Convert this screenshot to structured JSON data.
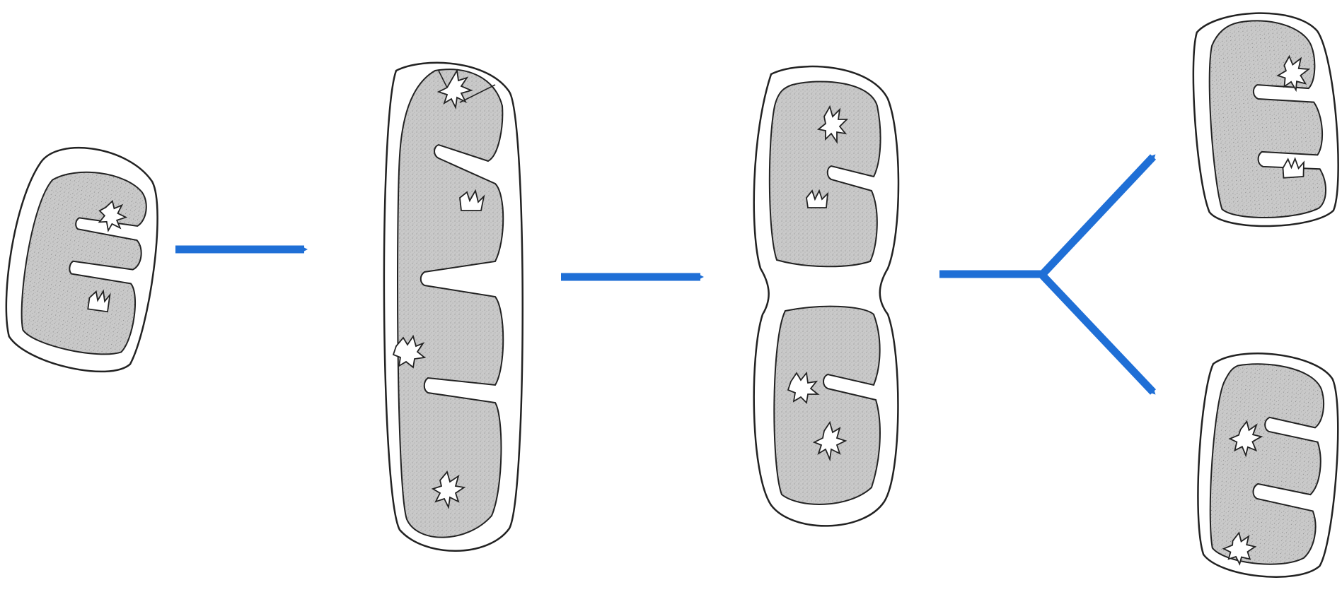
{
  "diagram": {
    "title": "",
    "stages": [
      {
        "id": "mitochondrion-initial",
        "nucleoids": 2
      },
      {
        "id": "mitochondrion-elongated",
        "nucleoids": 4
      },
      {
        "id": "mitochondrion-constricting",
        "nucleoids": 4
      },
      {
        "id": "daughter-mitochondrion-top",
        "nucleoids": 2
      },
      {
        "id": "daughter-mitochondrion-bottom",
        "nucleoids": 2
      }
    ],
    "arrows": [
      {
        "from": "mitochondrion-initial",
        "to": "mitochondrion-elongated"
      },
      {
        "from": "mitochondrion-elongated",
        "to": "mitochondrion-constricting"
      },
      {
        "from": "mitochondrion-constricting",
        "to": "daughter-mitochondrion-top"
      },
      {
        "from": "mitochondrion-constricting",
        "to": "daughter-mitochondrion-bottom"
      }
    ]
  },
  "colors": {
    "arrow": "#1f6fd6",
    "matrix_fill": "#c9c9c9",
    "outline": "#222222",
    "background": "#ffffff"
  }
}
